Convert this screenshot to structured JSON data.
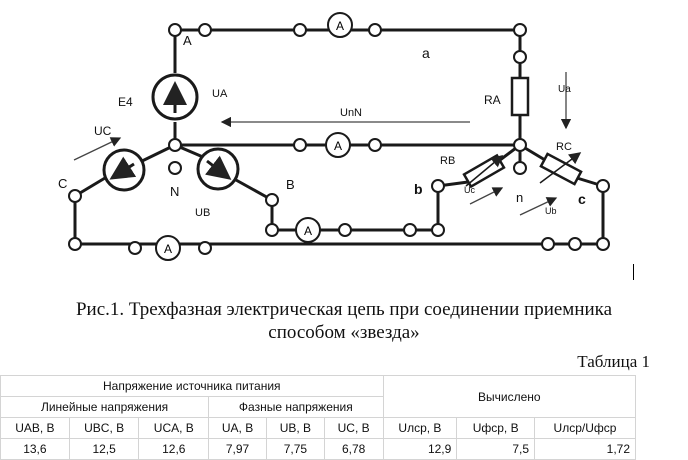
{
  "diagram": {
    "labels": {
      "A": "A",
      "B": "B",
      "C": "C",
      "N": "N",
      "n": "n",
      "a": "a",
      "b": "b",
      "c": "c",
      "E4": "E4",
      "UA": "UA",
      "UB": "UB",
      "UC": "UC",
      "UnN": "UnN",
      "RA": "RA",
      "RB": "RB",
      "RC": "RC",
      "Ua": "Ua",
      "Ub": "Ub",
      "Uc": "Uc",
      "ammeter": "A"
    }
  },
  "caption": {
    "line1": "Рис.1. Трехфазная электрическая цепь при соединении приемника",
    "line2": "способом «звезда»"
  },
  "table_number": "Таблица 1",
  "table": {
    "group_source": "Напряжение источника питания",
    "group_calc": "Вычислено",
    "sub_line": "Линейные напряжения",
    "sub_phase": "Фазные напряжения",
    "headers": [
      "UAB, В",
      "UBC, В",
      "UCA, В",
      "UA, В",
      "UB, В",
      "UC, В",
      "Uлср, В",
      "Uфср, В",
      "Uлср/Uфср"
    ],
    "row": [
      "13,6",
      "12,5",
      "12,6",
      "7,97",
      "7,75",
      "6,78",
      "12,9",
      "7,5",
      "1,72"
    ]
  }
}
